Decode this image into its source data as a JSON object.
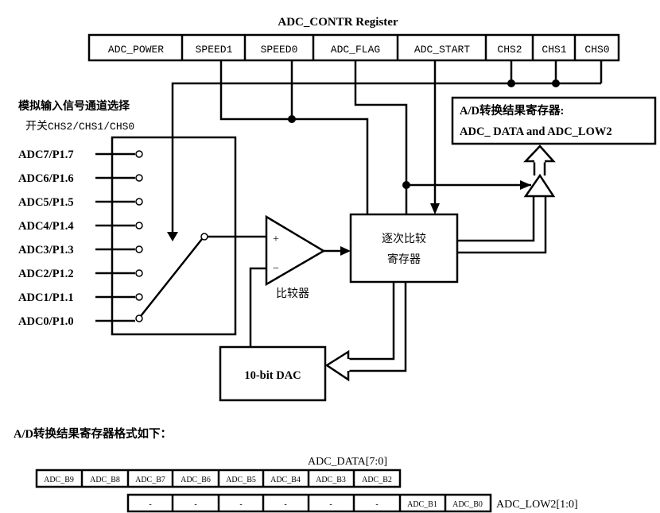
{
  "register": {
    "title": "ADC_CONTR Register",
    "bits": [
      "ADC_POWER",
      "SPEED1",
      "SPEED0",
      "ADC_FLAG",
      "ADC_START",
      "CHS2",
      "CHS1",
      "CHS0"
    ]
  },
  "mux": {
    "caption_line1": "模拟输入信号通道选择",
    "caption_line2_cn": "开关",
    "caption_line2_code": "CHS2/CHS1/CHS0",
    "inputs": [
      "ADC7/P1.7",
      "ADC6/P1.6",
      "ADC5/P1.5",
      "ADC4/P1.4",
      "ADC3/P1.3",
      "ADC2/P1.2",
      "ADC1/P1.1",
      "ADC0/P1.0"
    ]
  },
  "comparator": {
    "label": "比较器",
    "plus": "+",
    "minus": "−"
  },
  "sar": {
    "line1": "逐次比较",
    "line2": "寄存器"
  },
  "dac": {
    "label": "10-bit DAC"
  },
  "result_register": {
    "line1": "A/D转换结果寄存器:",
    "line2": "ADC_ DATA and ADC_LOW2"
  },
  "format": {
    "heading": "A/D转换结果寄存器格式如下：",
    "data_label": "ADC_DATA[7:0]",
    "data_bits": [
      "ADC_B9",
      "ADC_B8",
      "ADC_B7",
      "ADC_B6",
      "ADC_B5",
      "ADC_B4",
      "ADC_B3",
      "ADC_B2"
    ],
    "low_label": "ADC_LOW2[1:0]",
    "low_bits": [
      "-",
      "-",
      "-",
      "-",
      "-",
      "-",
      "ADC_B1",
      "ADC_B0"
    ]
  }
}
